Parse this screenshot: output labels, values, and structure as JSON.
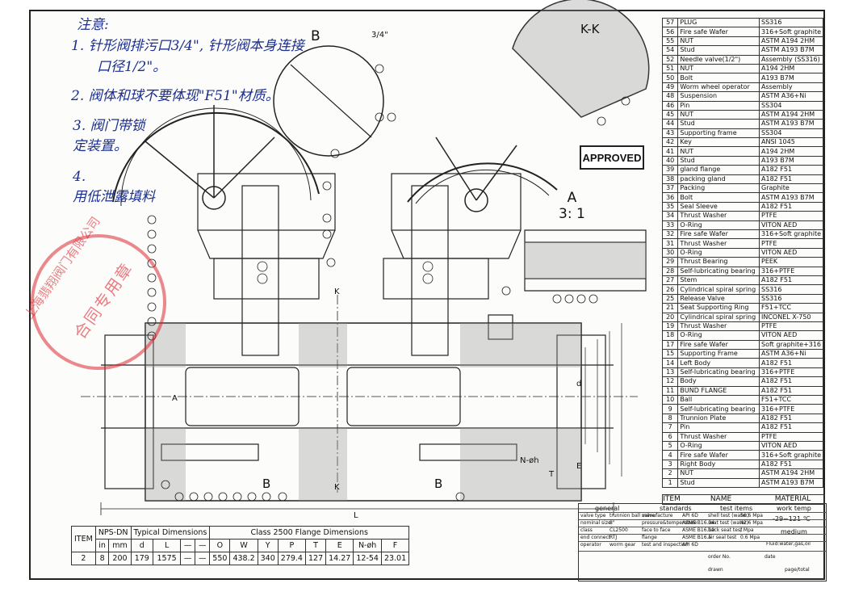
{
  "notes": {
    "title": "注意:",
    "line1a": "1. 针形阀排污口3/4\", 针形阀本身连接",
    "line1b": "口径1/2\"。",
    "line2": "2. 阀体和球不要体现\"F51\"材质。",
    "line3a": "3. 阀门带锁",
    "line3b": "定装置。",
    "line4a": "4.",
    "line4b": "用低泄露填料"
  },
  "labels": {
    "detail_b": "B",
    "detail_b_lower": "B",
    "detail_b_lower2": "B",
    "size_34": "3/4\"",
    "section": "K-K",
    "detail_a": "A",
    "scale_letter": "A",
    "scale_ratio": "3: 1",
    "approved": "APPROVED",
    "k_top": "K",
    "k_bottom": "K",
    "dim_l": "L",
    "dim_d": "d",
    "dim_t": "T",
    "dim_e": "E",
    "dim_nphi": "N-øh"
  },
  "stamp": {
    "ring_text": "上海翡翔阀门有限公司",
    "center_text": "合同专用章"
  },
  "bom": {
    "header_item": "ITEM",
    "header_name": "NAME",
    "header_material": "MATERIAL",
    "rows": [
      {
        "no": "57",
        "name": "PLUG",
        "mat": "SS316"
      },
      {
        "no": "56",
        "name": "Fire safe Wafer",
        "mat": "316+Soft graphite"
      },
      {
        "no": "55",
        "name": "NUT",
        "mat": "ASTM A194 2HM"
      },
      {
        "no": "54",
        "name": "Stud",
        "mat": "ASTM A193 B7M"
      },
      {
        "no": "52",
        "name": "Needle valve(1/2\")",
        "mat": "Assembly (SS316)"
      },
      {
        "no": "51",
        "name": "NUT",
        "mat": "A194 2HM"
      },
      {
        "no": "50",
        "name": "Bolt",
        "mat": "A193 B7M"
      },
      {
        "no": "49",
        "name": "Worm wheel operator",
        "mat": "Assembly"
      },
      {
        "no": "48",
        "name": "Suspension",
        "mat": "ASTM A36+Ni"
      },
      {
        "no": "46",
        "name": "Pin",
        "mat": "SS304"
      },
      {
        "no": "45",
        "name": "NUT",
        "mat": "ASTM A194 2HM"
      },
      {
        "no": "44",
        "name": "Stud",
        "mat": "ASTM A193 B7M"
      },
      {
        "no": "43",
        "name": "Supporting frame",
        "mat": "SS304"
      },
      {
        "no": "42",
        "name": "Key",
        "mat": "ANSI 1045"
      },
      {
        "no": "41",
        "name": "NUT",
        "mat": "A194 2HM"
      },
      {
        "no": "40",
        "name": "Stud",
        "mat": "A193 B7M"
      },
      {
        "no": "39",
        "name": "gland flange",
        "mat": "A182 F51"
      },
      {
        "no": "38",
        "name": "packing gland",
        "mat": "A182 F51"
      },
      {
        "no": "37",
        "name": "Packing",
        "mat": "Graphite"
      },
      {
        "no": "36",
        "name": "Bolt",
        "mat": "ASTM A193 B7M"
      },
      {
        "no": "35",
        "name": "Seal Sleeve",
        "mat": "A182 F51"
      },
      {
        "no": "34",
        "name": "Thrust Washer",
        "mat": "PTFE"
      },
      {
        "no": "33",
        "name": "O-Ring",
        "mat": "VITON AED"
      },
      {
        "no": "32",
        "name": "Fire safe Wafer",
        "mat": "316+Soft graphite"
      },
      {
        "no": "31",
        "name": "Thrust Washer",
        "mat": "PTFE"
      },
      {
        "no": "30",
        "name": "O-Ring",
        "mat": "VITON AED"
      },
      {
        "no": "29",
        "name": "Thrust Bearing",
        "mat": "PEEK"
      },
      {
        "no": "28",
        "name": "Self-lubricating bearing",
        "mat": "316+PTFE"
      },
      {
        "no": "27",
        "name": "Stem",
        "mat": "A182 F51"
      },
      {
        "no": "26",
        "name": "Cylindrical spiral spring",
        "mat": "SS316"
      },
      {
        "no": "25",
        "name": "Release Valve",
        "mat": "SS316"
      },
      {
        "no": "21",
        "name": "Seat Supporting Ring",
        "mat": "F51+TCC"
      },
      {
        "no": "20",
        "name": "Cylindrical spiral spring",
        "mat": "INCONEL X-750"
      },
      {
        "no": "19",
        "name": "Thrust Washer",
        "mat": "PTFE"
      },
      {
        "no": "18",
        "name": "O-Ring",
        "mat": "VITON AED"
      },
      {
        "no": "17",
        "name": "Fire safe Wafer",
        "mat": "Soft graphite+316"
      },
      {
        "no": "15",
        "name": "Supporting Frame",
        "mat": "ASTM A36+Ni"
      },
      {
        "no": "14",
        "name": "Left Body",
        "mat": "A182 F51"
      },
      {
        "no": "13",
        "name": "Self-lubricating bearing",
        "mat": "316+PTFE"
      },
      {
        "no": "12",
        "name": "Body",
        "mat": "A182 F51"
      },
      {
        "no": "11",
        "name": "BUND FLANGE",
        "mat": "A182 F51"
      },
      {
        "no": "10",
        "name": "Ball",
        "mat": "F51+TCC"
      },
      {
        "no": "9",
        "name": "Self-lubricating bearing",
        "mat": "316+PTFE"
      },
      {
        "no": "8",
        "name": "Trunnion Plate",
        "mat": "A182 F51"
      },
      {
        "no": "7",
        "name": "Pin",
        "mat": "A182 F51"
      },
      {
        "no": "6",
        "name": "Thrust Washer",
        "mat": "PTFE"
      },
      {
        "no": "5",
        "name": "O-Ring",
        "mat": "VITON AED"
      },
      {
        "no": "4",
        "name": "Fire safe Wafer",
        "mat": "316+Soft graphite"
      },
      {
        "no": "3",
        "name": "Right Body",
        "mat": "A182 F51"
      },
      {
        "no": "2",
        "name": "NUT",
        "mat": "ASTM A194 2HM"
      },
      {
        "no": "1",
        "name": "Stud",
        "mat": "ASTM A193 B7M"
      }
    ]
  },
  "dims": {
    "h_item": "ITEM",
    "h_nps": "NPS-DN",
    "h_typical": "Typical Dimensions",
    "h_class": "Class 2500 Flange Dimensions",
    "sub": [
      "in",
      "mm",
      "d",
      "L",
      "—",
      "—",
      "O",
      "W",
      "Y",
      "P",
      "T",
      "E",
      "N-øh",
      "F"
    ],
    "row": [
      "2",
      "8",
      "200",
      "179",
      "1575",
      "—",
      "—",
      "550",
      "438.2",
      "340",
      "279.4",
      "127",
      "14.27",
      "12-54",
      "23.01"
    ]
  },
  "titleblock": {
    "general": "general",
    "standards": "standards",
    "test_items": "test items",
    "work_temp": "work temp",
    "temp_value": "-29~121 ℃",
    "medium_label": "medium",
    "medium_value": "Fluid:water,gas,oil",
    "rows": [
      [
        "valve type",
        "trunnion ball valve",
        "manufacture",
        "API 6D",
        "shell test (water)",
        "56.6 Mpa"
      ],
      [
        "nominal size",
        "8\"",
        "pressure&temperature",
        "ASME B16.34",
        "seat test (water)",
        "42.6 Mpa"
      ],
      [
        "class",
        "CL2500",
        "face to face",
        "ASME B16.10",
        "back seat test",
        "/ Mpa"
      ],
      [
        "end connect",
        "RTJ",
        "flange",
        "ASME B16.5",
        "air seal test",
        "0.6 Mpa"
      ],
      [
        "operator",
        "worm gear",
        "test and inspection",
        "API 6D",
        "",
        ""
      ]
    ],
    "order_label": "order No.",
    "drawn_label": "drawn",
    "date_label": "date",
    "page_label": "page/total"
  }
}
